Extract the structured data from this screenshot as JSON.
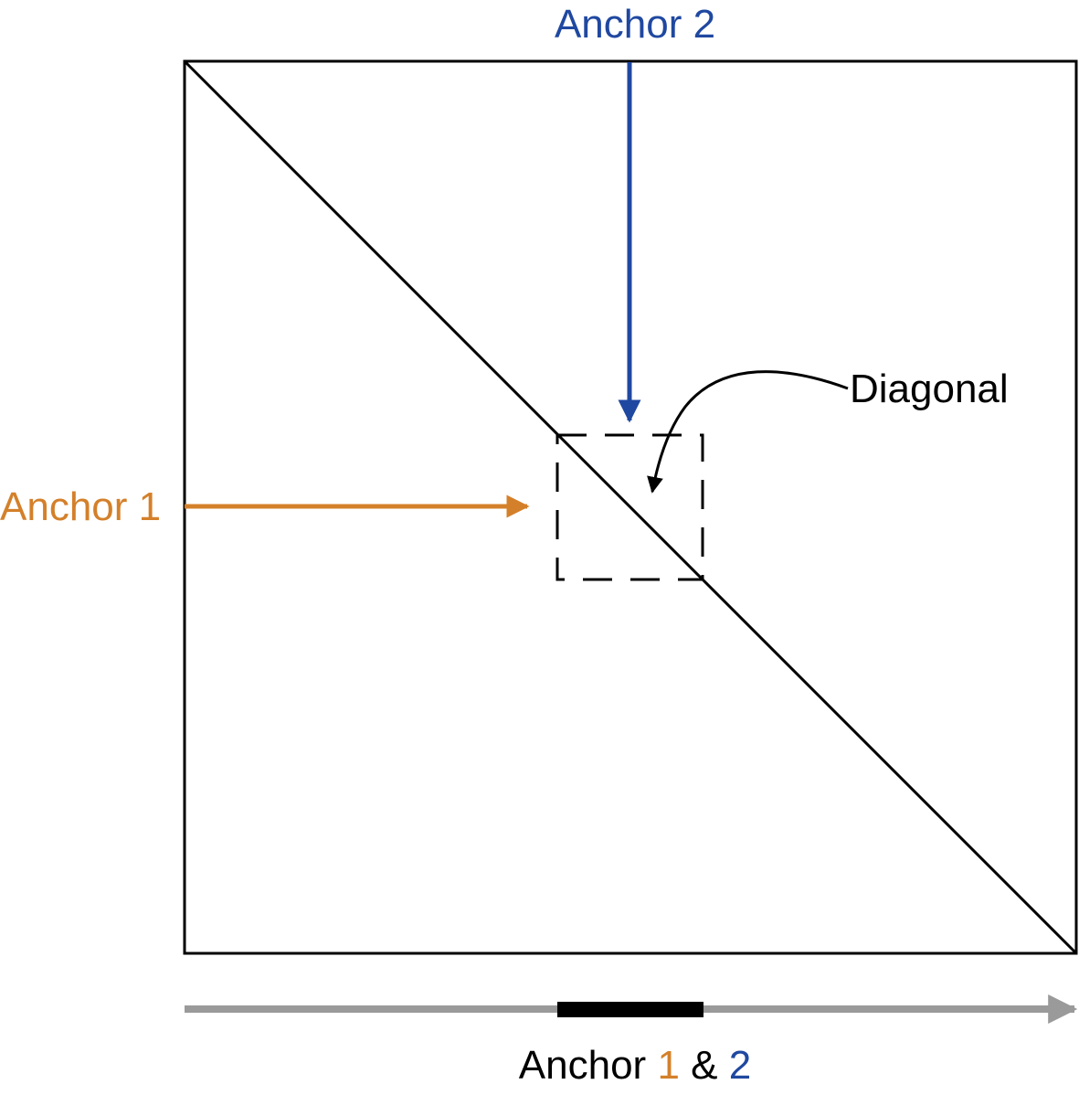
{
  "labels": {
    "anchor2_top": "Anchor 2",
    "anchor1_left": "Anchor 1",
    "diagonal": "Diagonal",
    "bottom_word": "Anchor ",
    "bottom_num1": "1",
    "bottom_amp": " & ",
    "bottom_num2": "2"
  },
  "colors": {
    "anchor1": "#D4802A",
    "anchor2": "#1F48A0",
    "axis": "#9A9A9A",
    "ink": "#000000"
  }
}
